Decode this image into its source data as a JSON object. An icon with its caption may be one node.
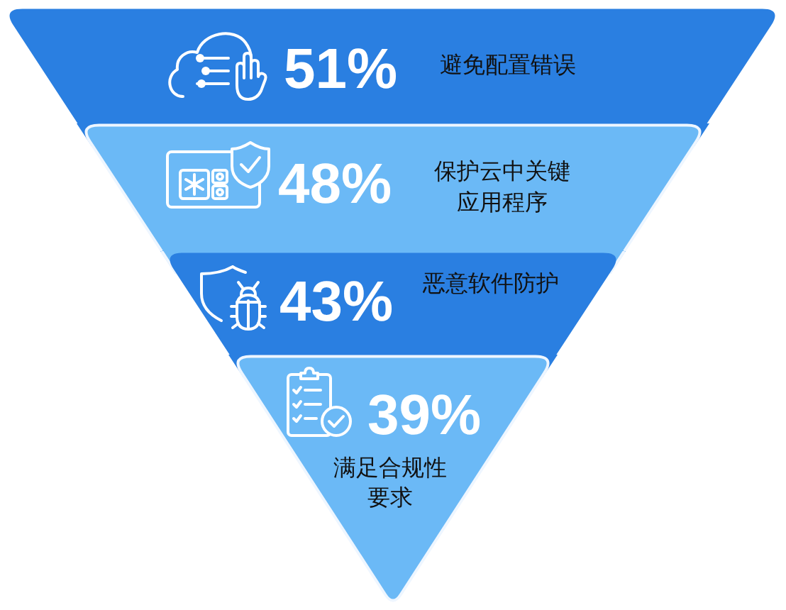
{
  "diagram": {
    "nodes": [
      {
        "text": [
          "51%",
          "避免配置错误"
        ]
      },
      {
        "text": [
          "48%",
          "保护云中关键应用程序"
        ]
      },
      {
        "text": [
          "43%",
          "恶意软件防护"
        ]
      },
      {
        "text": [
          "39%",
          "满足合规性要求"
        ]
      }
    ]
  }
}
